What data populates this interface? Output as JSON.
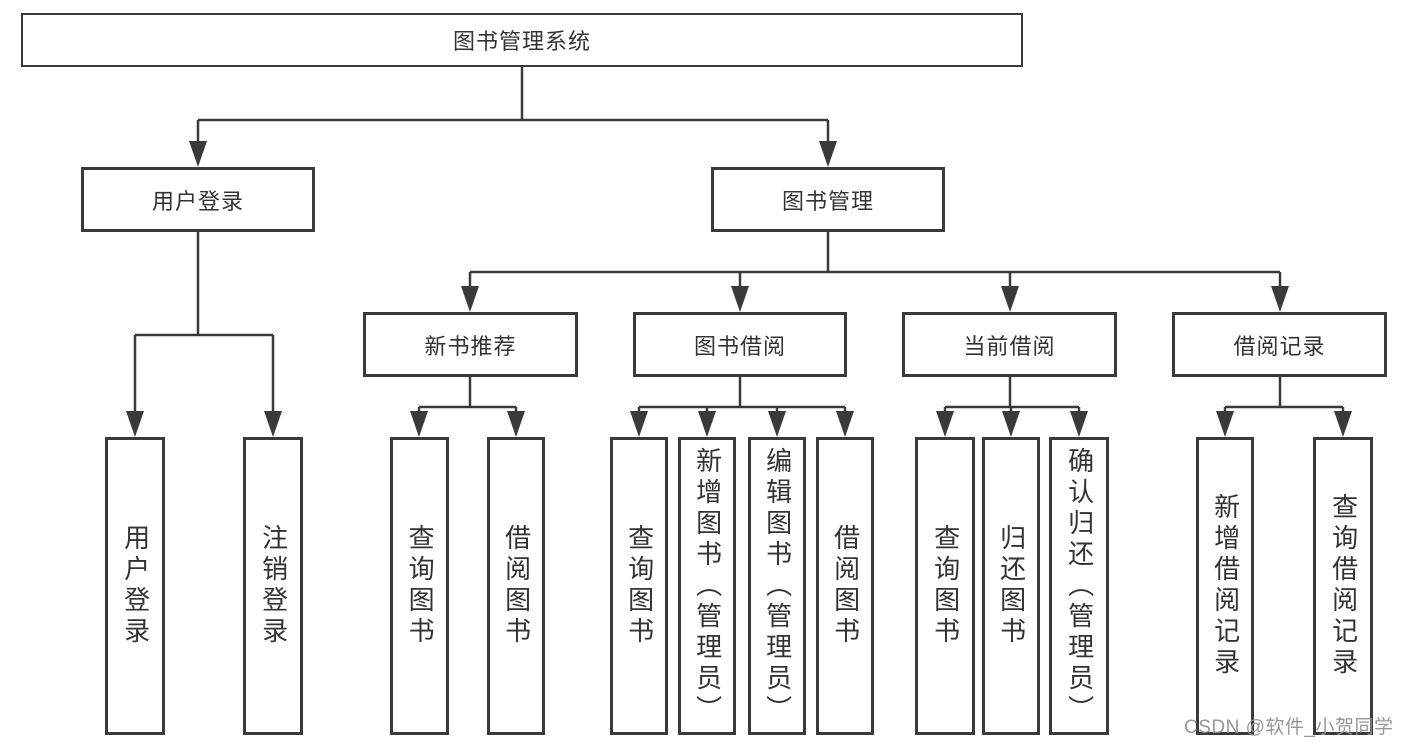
{
  "tree": {
    "root": "图书管理系统",
    "branches": [
      {
        "label": "用户登录",
        "leaves": [
          "用户登录",
          "注销登录"
        ]
      },
      {
        "label": "图书管理",
        "children": [
          {
            "label": "新书推荐",
            "leaves": [
              "查询图书",
              "借阅图书"
            ]
          },
          {
            "label": "图书借阅",
            "leaves": [
              "查询图书",
              "新增图书（管理员）",
              "编辑图书（管理员）",
              "借阅图书"
            ]
          },
          {
            "label": "当前借阅",
            "leaves": [
              "查询图书",
              "归还图书",
              "确认归还（管理员）"
            ]
          },
          {
            "label": "借阅记录",
            "leaves": [
              "新增借阅记录",
              "查询借阅记录"
            ]
          }
        ]
      }
    ]
  },
  "watermark": "CSDN @软件_小贺同学",
  "colors": {
    "line": "#3a3a3a",
    "text": "#333333",
    "watermark": "#919191",
    "background": "#ffffff"
  }
}
